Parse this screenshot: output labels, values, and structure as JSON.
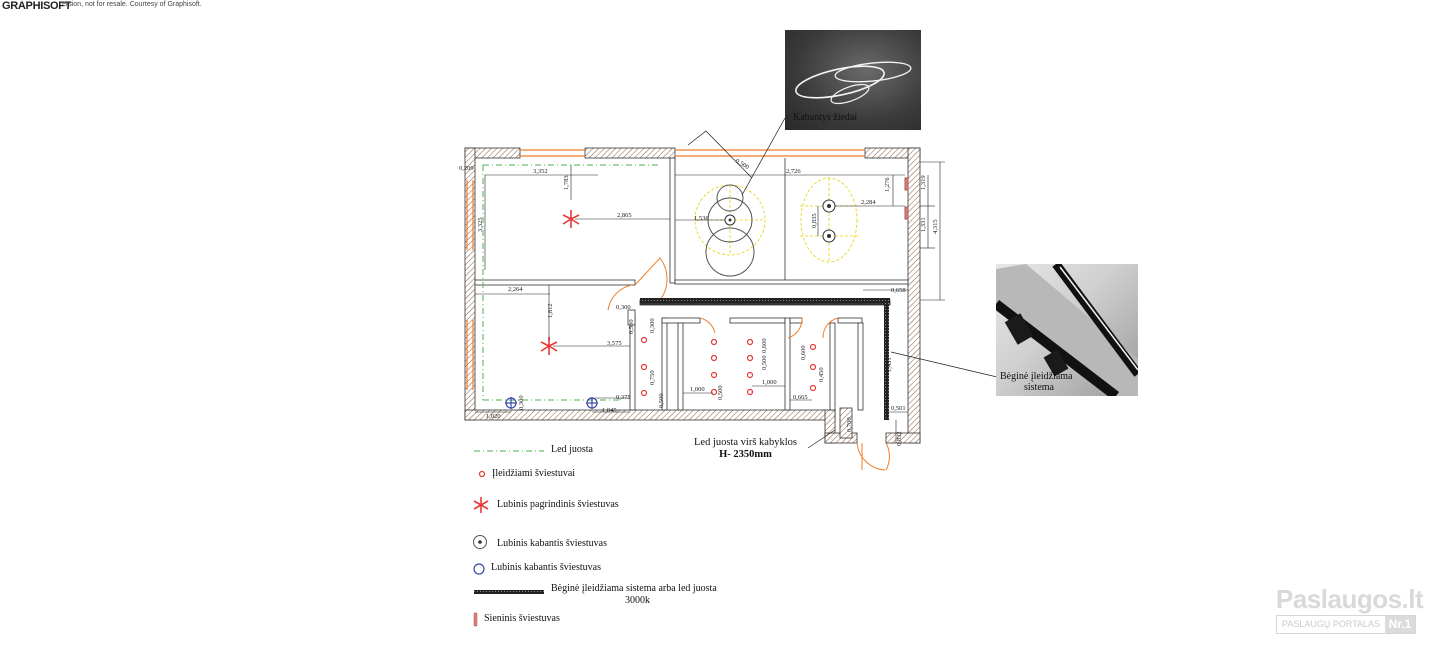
{
  "header": {
    "brand": "GRAPHISOFT",
    "note": "ersion, not for resale. Courtesy of Graphisoft."
  },
  "photos": {
    "rings_caption": "Kabantys žiedai",
    "track_caption_line1": "Bėginė įleidžiama",
    "track_caption_line2": "sistema"
  },
  "plan": {
    "dims": {
      "d0209": "0,209",
      "d3352": "3,352",
      "d1783": "1,783",
      "d3325": "3,325",
      "d2865": "2,865",
      "d1536": "1,536",
      "d2726": "2,726",
      "d1276": "1,276",
      "d2284": "2,284",
      "d0835": "0,835",
      "d1319": "1,319",
      "d1331": "1,331",
      "d4315": "4,315",
      "d2264": "2,264",
      "d0658": "0,658",
      "d0300a": "0,300",
      "d1812": "1,812",
      "d3575": "3,575",
      "d0300b": "0,300",
      "d0750": "0,750",
      "d0500a": "0,500",
      "d0500b": "0,500",
      "d0600a": "0,600",
      "d0600b": "0,600",
      "d0450": "0,450",
      "d1000a": "1,000",
      "d1000b": "1,000",
      "d0500c": "0,500",
      "d0665": "0,665",
      "d0375": "0,375",
      "d0500d": "0,500",
      "d0300c": "0,300",
      "d1020": "1,020",
      "d1045": "1,045",
      "d0700": "0,700",
      "d0501": "0,501",
      "d0832": "0,832",
      "d0500e": "0,500",
      "d1431": "1,431"
    }
  },
  "kabykla_note": {
    "line1": "Led juosta virš kabyklos",
    "line2": "H- 2350mm"
  },
  "legend": {
    "led": "Led juosta",
    "recessed": "Įleidžiami šviestuvai",
    "main_ceiling": "Lubinis pagrindinis šviestuvas",
    "pendant1": "Lubinis kabantis šviestuvas",
    "pendant2": "Lubinis kabantis šviestuvas",
    "track_line1": "Bėginė įleidžiama sistema arba led juosta",
    "track_line2": "3000k",
    "wall": "Sieninis šviestuvas"
  },
  "watermark": {
    "main": "Paslaugos.lt",
    "sub": "PASLAUGŲ PORTALAS",
    "badge": "Nr.1"
  },
  "colors": {
    "wall_hatch": "#8b5a3c",
    "led_line": "#4caf50",
    "recessed": "#e53935",
    "main_fixture": "#e53935",
    "pendant_blue": "#3949ab",
    "yellow": "#e6d000",
    "orange": "#f07c2a"
  }
}
